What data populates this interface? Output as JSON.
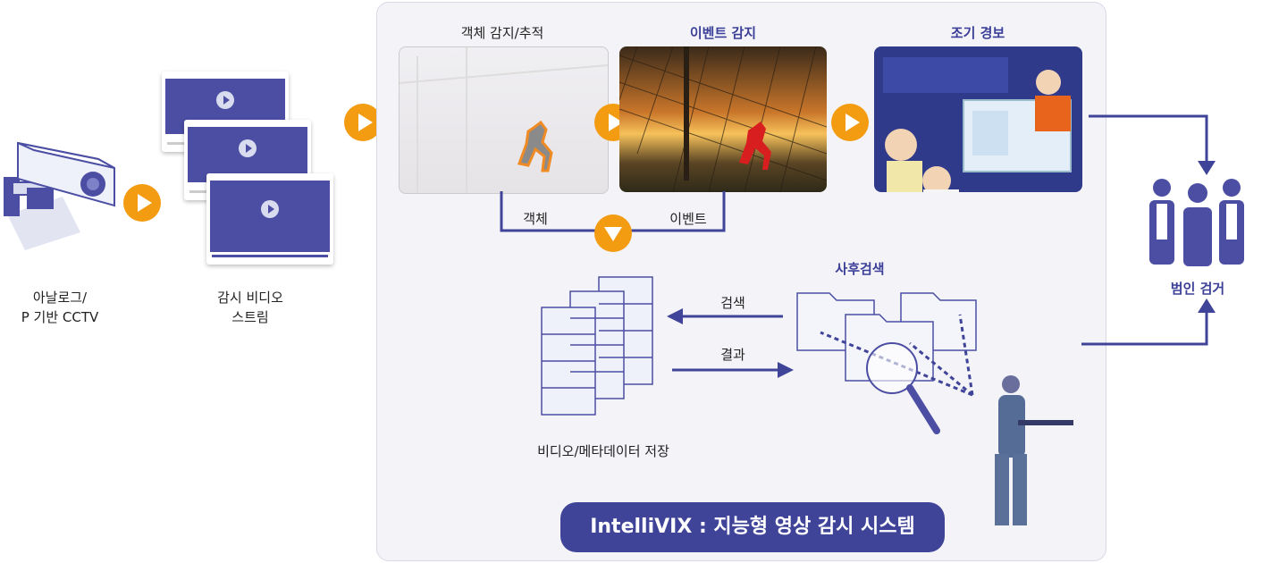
{
  "cctv": {
    "line1": "아날로그/",
    "line2": "P 기반 CCTV"
  },
  "stream": {
    "line1": "감시 비디오",
    "line2": "스트림"
  },
  "stages": {
    "object": "객체 감지/추적",
    "event": "이벤트 감지",
    "warning": "조기 경보"
  },
  "flow": {
    "object": "객체",
    "event": "이벤트"
  },
  "search": {
    "title": "사후검색",
    "query": "검색",
    "result": "결과"
  },
  "storage": "비디오/메타데이터 저장",
  "arrest": "범인 검거",
  "system": "IntelliVIX : 지능형 영상 감시 시스템",
  "colors": {
    "accent": "#f39c12",
    "brand": "#3f4499",
    "panel": "#f3f3f8"
  }
}
